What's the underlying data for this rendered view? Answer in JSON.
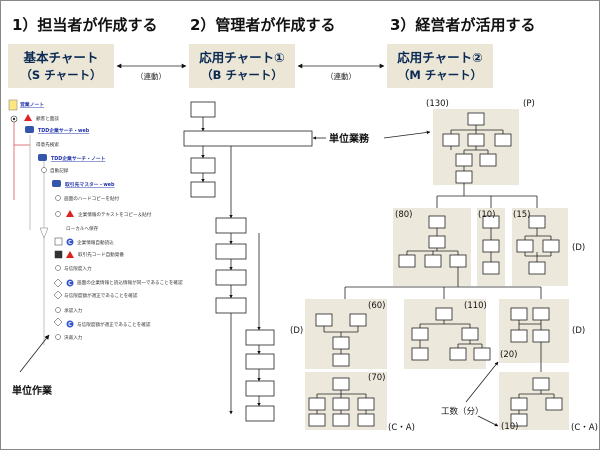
{
  "headings": {
    "step1": "1）担当者が作成する",
    "step2": "2）管理者が作成する",
    "step3": "3）経営者が活用する"
  },
  "charts": {
    "s": {
      "title": "基本チャート",
      "sub": "（S チャート）"
    },
    "b": {
      "title": "応用チャート①",
      "sub": "（B チャート）"
    },
    "m": {
      "title": "応用チャート②",
      "sub": "（M チャート）"
    }
  },
  "link_label": "（連動）",
  "labels": {
    "unit_work": "単位業務",
    "unit_task": "単位作業",
    "man_hours": "工数（分）"
  },
  "s_chart": {
    "title": "営業ノート",
    "steps": [
      "顧客と面談",
      "TDD企業サーチ・web",
      "得意先検索",
      "TDD企業サーチ・ノート",
      "自動記録",
      "取引先マスター・web",
      "画面のハードコピーを貼付",
      "企業情報のテキストをコピー＆貼付",
      "ローカルへ保存",
      "企業情報自動読込",
      "取引先コード自動発番",
      "与信限度入力",
      "画面の企業情報と読込情報が同一であることを確認",
      "与信限度額が適正であることを確認",
      "承認入力",
      "与信限度額が適正であることを確認",
      "決裁入力"
    ]
  },
  "m_chart": {
    "values": [
      "(130)",
      "(80)",
      "(10)",
      "(15)",
      "(60)",
      "(110)",
      "(20)",
      "(70)",
      "(10)"
    ],
    "tags": [
      "(P)",
      "(D)",
      "(D)",
      "(D)",
      "(C・A)",
      "(C・A)"
    ]
  }
}
